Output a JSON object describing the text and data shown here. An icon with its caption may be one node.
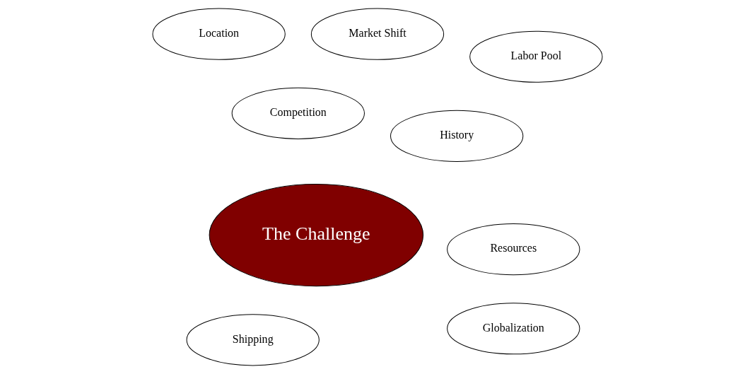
{
  "diagram": {
    "nodes": [
      {
        "text": [
          "History"
        ]
      },
      {
        "text": [
          "Competition"
        ]
      },
      {
        "text": [
          "Globalization"
        ]
      },
      {
        "text": [
          "Resources"
        ]
      },
      {
        "text": [
          "The Challenge"
        ]
      },
      {
        "text": [
          "Shipping"
        ]
      },
      {
        "text": [
          "Labor Pool"
        ]
      },
      {
        "text": [
          "Market Shift"
        ]
      },
      {
        "text": [
          "Location"
        ]
      }
    ],
    "edges": []
  }
}
